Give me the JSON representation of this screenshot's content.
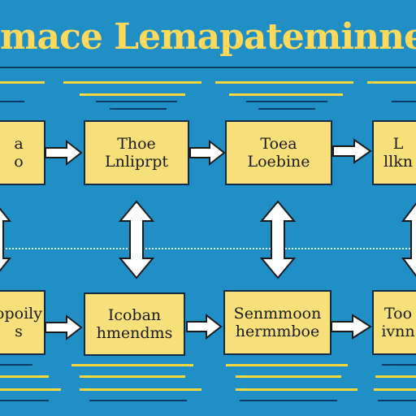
{
  "title": "mace Lemapateminne",
  "colors": {
    "background": "#1f8fc6",
    "title": "#ffd95a",
    "box_fill": "#f7df7a",
    "stripe": "#f5d73b",
    "arrow_fill": "#ffffff",
    "outline": "#0f2a44"
  },
  "top_row": [
    {
      "line1": "a",
      "line2": "o"
    },
    {
      "line1": "Thoe",
      "line2": "Lnliprpt"
    },
    {
      "line1": "Toea",
      "line2": "Loebine"
    },
    {
      "line1": "L",
      "line2": "llkn"
    }
  ],
  "bottom_row": [
    {
      "line1": "opoily",
      "line2": "s"
    },
    {
      "line1": "Icoban",
      "line2": "hmendms"
    },
    {
      "line1": "Senmmoon",
      "line2": "hermmboe"
    },
    {
      "line1": "Too",
      "line2": "ivnn"
    }
  ]
}
